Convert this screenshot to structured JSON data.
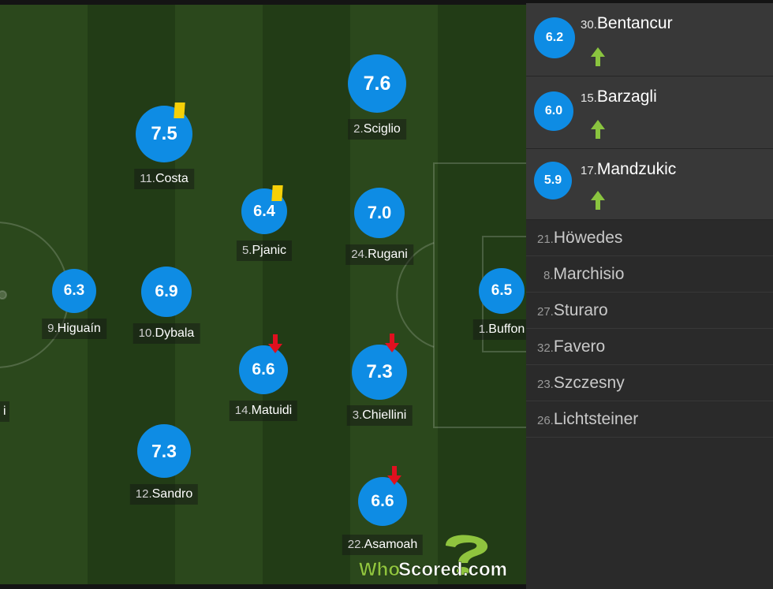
{
  "home_players": [
    {
      "id": "sciglio",
      "rating": "7.6",
      "number": "2.",
      "name": "Sciglio"
    },
    {
      "id": "costa",
      "rating": "7.5",
      "number": "11.",
      "name": "Costa",
      "yellow_card": true
    },
    {
      "id": "pjanic",
      "rating": "6.4",
      "number": "5.",
      "name": "Pjanic",
      "yellow_card": true
    },
    {
      "id": "rugani",
      "rating": "7.0",
      "number": "24.",
      "name": "Rugani"
    },
    {
      "id": "higuain",
      "rating": "6.3",
      "number": "9.",
      "name": "Higuaín"
    },
    {
      "id": "dybala",
      "rating": "6.9",
      "number": "10.",
      "name": "Dybala"
    },
    {
      "id": "buffon",
      "rating": "6.5",
      "number": "1.",
      "name": "Buffon"
    },
    {
      "id": "matuidi",
      "rating": "6.6",
      "number": "14.",
      "name": "Matuidi",
      "subbed_off": true
    },
    {
      "id": "chiellini",
      "rating": "7.3",
      "number": "3.",
      "name": "Chiellini",
      "subbed_off": true
    },
    {
      "id": "sandro",
      "rating": "7.3",
      "number": "12.",
      "name": "Sandro"
    },
    {
      "id": "asamoah",
      "rating": "6.6",
      "number": "22.",
      "name": "Asamoah",
      "subbed_off": true
    }
  ],
  "edge_player": {
    "name_fragment": "i"
  },
  "substitutes_used": [
    {
      "rating": "6.2",
      "number": "30.",
      "name": "Bentancur"
    },
    {
      "rating": "6.0",
      "number": "15.",
      "name": "Barzagli"
    },
    {
      "rating": "5.9",
      "number": "17.",
      "name": "Mandzukic"
    }
  ],
  "bench": [
    {
      "number": "21.",
      "name": "Höwedes"
    },
    {
      "number": "8.",
      "name": "Marchisio"
    },
    {
      "number": "27.",
      "name": "Sturaro"
    },
    {
      "number": "32.",
      "name": "Favero"
    },
    {
      "number": "23.",
      "name": "Szczesny"
    },
    {
      "number": "26.",
      "name": "Lichtsteiner"
    }
  ],
  "branding": {
    "who": "Who",
    "scored": "Scored",
    "dotcom": ".com"
  },
  "colors": {
    "rating_bubble": "#0e8ce4",
    "yellow_card": "#f6d008",
    "sub_off_arrow": "#e0101f",
    "sub_on_arrow": "#8ac43f",
    "pitch_dark": "#223b16",
    "pitch_light": "#2c4a1d"
  }
}
